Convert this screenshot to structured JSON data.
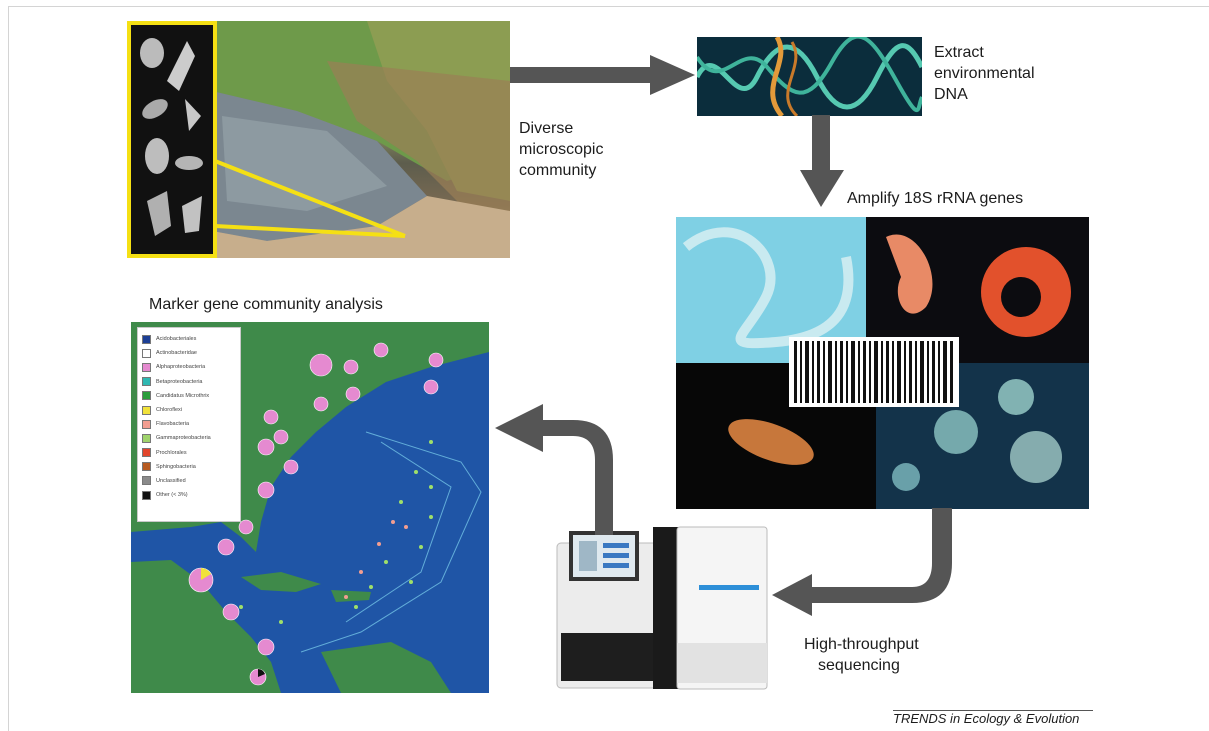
{
  "labels": {
    "community_lines": [
      "Diverse",
      "microscopic",
      "community"
    ],
    "extract_lines": [
      "Extract",
      "environmental",
      "DNA"
    ],
    "amplify": "Amplify 18S rRNA genes",
    "sequencing_lines": [
      "High-throughput",
      "sequencing"
    ],
    "analysis": "Marker gene community analysis"
  },
  "legend": {
    "items": [
      {
        "label": "Acidobacteriales",
        "color": "#1c3f95"
      },
      {
        "label": "Actinobacteridae",
        "color": "#ffffff"
      },
      {
        "label": "Alphaproteobacteria",
        "color": "#e58ad0"
      },
      {
        "label": "Betaproteobacteria",
        "color": "#2fb8b2"
      },
      {
        "label": "Candidatus Microthrix",
        "color": "#2a9d3c"
      },
      {
        "label": "Chloroflexi",
        "color": "#f1e23a"
      },
      {
        "label": "Flavobacteria",
        "color": "#f29e91"
      },
      {
        "label": "Gammaproteobacteria",
        "color": "#9fd36b"
      },
      {
        "label": "Prochlorales",
        "color": "#e2452b"
      },
      {
        "label": "Sphingobacteria",
        "color": "#b65a21"
      },
      {
        "label": "Unclassified",
        "color": "#8a8a8a"
      },
      {
        "label": "Other (< 3%)",
        "color": "#111111"
      }
    ]
  },
  "footer": "TRENDS in Ecology & Evolution",
  "colors": {
    "arrow": "#555555",
    "highlight_frame": "#f5e014",
    "map_ocean": "#1f55a6",
    "map_land": "#3f8a4a"
  }
}
